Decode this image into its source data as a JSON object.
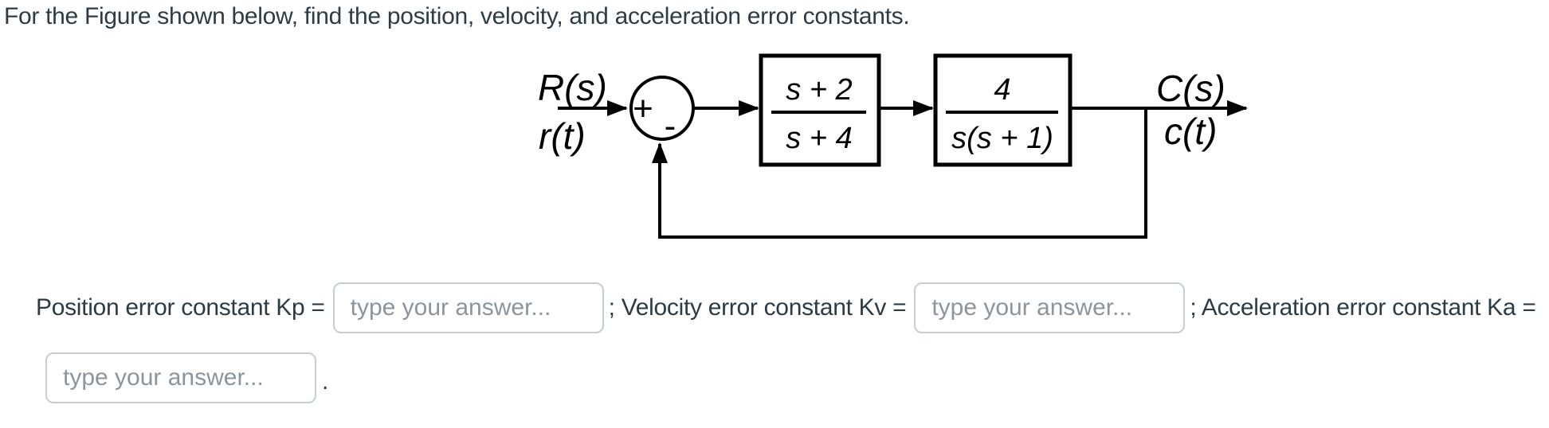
{
  "question": {
    "prompt": "For the Figure shown below, find the position, velocity, and acceleration error constants."
  },
  "diagram": {
    "input_label_top": "R(s)",
    "input_label_bottom": "r(t)",
    "output_label_top": "C(s)",
    "output_label_bottom": "c(t)",
    "summing_junction": {
      "top_sign": "+",
      "bottom_sign": "-"
    },
    "blocks": [
      {
        "numerator": "s + 2",
        "denominator": "s + 4"
      },
      {
        "numerator": "4",
        "denominator": "s(s + 1)"
      }
    ]
  },
  "answers": {
    "position_label": "Position error constant Kp =",
    "velocity_label": "; Velocity error constant Kv =",
    "acceleration_label": "; Acceleration error constant Ka =",
    "placeholder": "type your answer...",
    "position_value": "",
    "velocity_value": "",
    "acceleration_value": "",
    "trailing_period": "."
  },
  "colors": {
    "text": "#2D3B45",
    "placeholder": "#8B959E",
    "input_border": "#C7CDD1",
    "diagram_ink": "#000000",
    "background": "#FFFFFF"
  }
}
